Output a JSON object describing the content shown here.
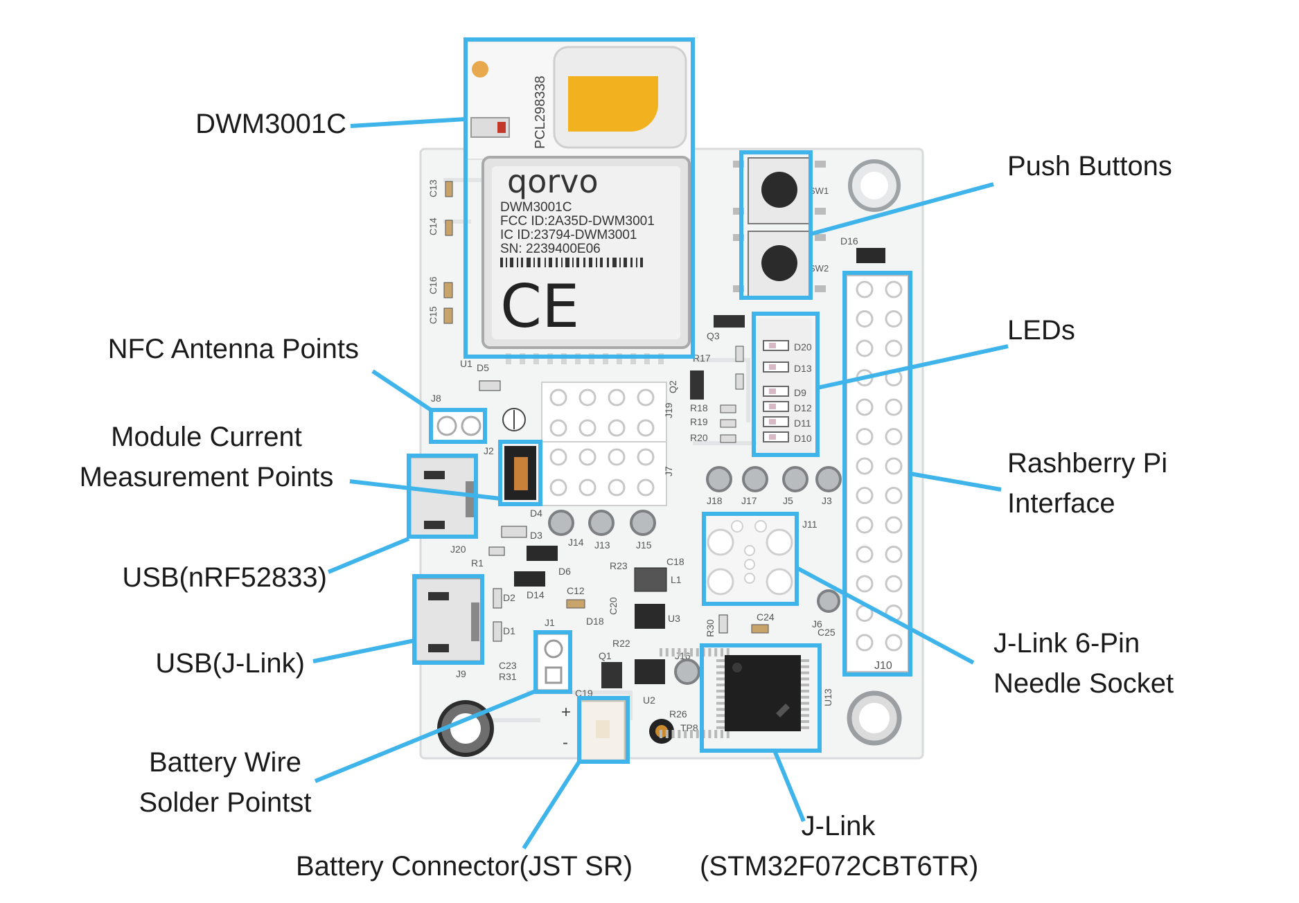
{
  "colors": {
    "callout": "#3fb4ea",
    "board": "#f3f4f4",
    "text": "#1a1a1a",
    "module_shield": "#dcdcdc",
    "module_antenna_pad": "#f2b11e",
    "chip": "#222222"
  },
  "module": {
    "brand": "qorvo",
    "model": "DWM3001C",
    "fcc": "FCC ID:2A35D-DWM3001",
    "ic": "IC ID:23794-DWM3001",
    "sn": "SN: 2239400E06",
    "ce": "CE",
    "antenna_marking": "PCL298338"
  },
  "labels": {
    "dwm3001c": [
      "DWM3001C"
    ],
    "push_buttons": [
      "Push Buttons"
    ],
    "nfc": [
      "NFC Antenna Points"
    ],
    "leds": [
      "LEDs"
    ],
    "module_current": [
      "Module Current",
      "Measurement Points"
    ],
    "rpi": [
      "Rashberry Pi",
      "Interface"
    ],
    "usb_nrf": [
      "USB(nRF52833)"
    ],
    "usb_jlink": [
      "USB(J-Link)"
    ],
    "needle": [
      "J-Link 6-Pin",
      "Needle Socket"
    ],
    "battery_wire": [
      "Battery Wire",
      "Solder Pointst"
    ],
    "battery_conn": [
      "Battery Connector(JST SR)"
    ],
    "jlink": [
      "J-Link",
      "(STM32F072CBT6TR)"
    ]
  },
  "silkscreen": {
    "sw1": "SW1",
    "sw2": "SW2",
    "d16": "D16",
    "j10": "J10",
    "j8": "J8",
    "j2": "J2",
    "j19": "J19",
    "j7": "J7",
    "j14": "J14",
    "j13": "J13",
    "j15": "J15",
    "j18": "J18",
    "j17": "J17",
    "j5": "J5",
    "j3": "J3",
    "j11": "J11",
    "j1": "J1",
    "j16": "J16",
    "j20": "J20",
    "j9": "J9",
    "u1": "U1",
    "u2": "U2",
    "u3": "U3",
    "u13": "U13",
    "d5": "D5",
    "d3": "D3",
    "d4": "D4",
    "d6": "D6",
    "d14": "D14",
    "d2": "D2",
    "d1": "D1",
    "d18": "D18",
    "q1": "Q1",
    "q2": "Q2",
    "q3": "Q3",
    "r1": "R1",
    "r17": "R17",
    "r18": "R18",
    "r19": "R19",
    "r20": "R20",
    "r22": "R22",
    "r23": "R23",
    "r26": "R26",
    "r30": "R30",
    "r31": "R31",
    "l1": "L1",
    "c12": "C12",
    "c13": "C13",
    "c14": "C14",
    "c15": "C15",
    "c16": "C16",
    "c18": "C18",
    "c19": "C19",
    "c20": "C20",
    "c23": "C23",
    "c24": "C24",
    "c25": "C25",
    "d20": "D20",
    "d13": "D13",
    "d9": "D9",
    "d12": "D12",
    "d11": "D11",
    "d10": "D10",
    "j6": "J6",
    "tp8": "TP8",
    "plus": "+",
    "minus": "-"
  }
}
